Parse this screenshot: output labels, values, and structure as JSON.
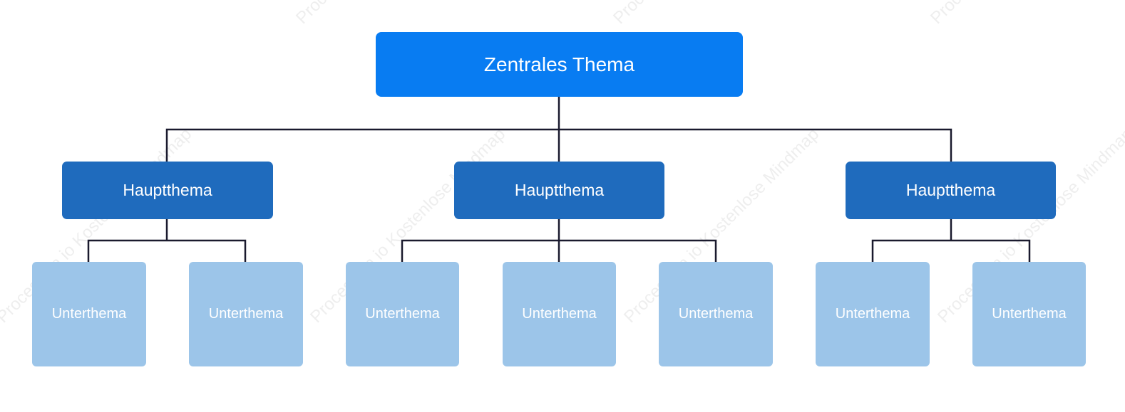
{
  "watermark_text": "ProcessOn io Kostenlose Mindmap",
  "colors": {
    "central": "#087cf2",
    "main": "#1f6bbd",
    "sub": "#9cc5e9",
    "line": "#1a1a2e"
  },
  "central": {
    "label": "Zentrales Thema"
  },
  "main_topics": [
    {
      "label": "Hauptthema",
      "subtopics": [
        {
          "label": "Unterthema"
        },
        {
          "label": "Unterthema"
        }
      ]
    },
    {
      "label": "Hauptthema",
      "subtopics": [
        {
          "label": "Unterthema"
        },
        {
          "label": "Unterthema"
        },
        {
          "label": "Unterthema"
        }
      ]
    },
    {
      "label": "Hauptthema",
      "subtopics": [
        {
          "label": "Unterthema"
        },
        {
          "label": "Unterthema"
        }
      ]
    }
  ]
}
